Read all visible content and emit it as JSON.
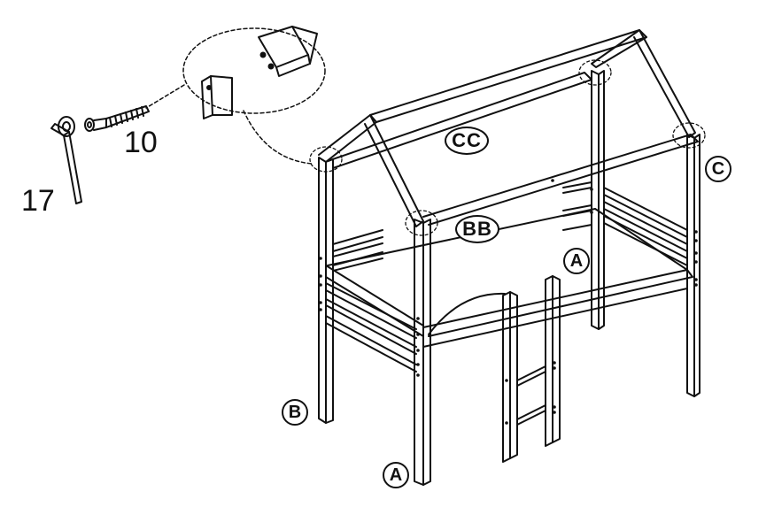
{
  "hardware": {
    "screw_label": "10",
    "key_label": "17"
  },
  "parts": {
    "cc": "CC",
    "bb": "BB",
    "c": "C",
    "a_center": "A",
    "a_front": "A",
    "b": "B"
  },
  "colors": {
    "line": "#111111",
    "background": "#ffffff",
    "detail_callout": "dashed-ellipse"
  },
  "icons": [
    "allen-key-icon",
    "washer-icon",
    "screw-icon",
    "magnifier-callout-icon"
  ]
}
